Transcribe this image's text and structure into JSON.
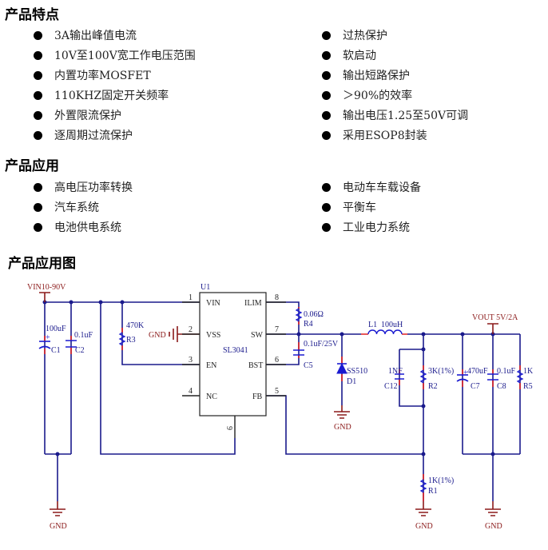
{
  "features": {
    "title": "产品特点",
    "left": [
      "3A输出峰值电流",
      "10V至100V宽工作电压范围",
      "内置功率MOSFET",
      "110KHZ固定开关频率",
      "外置限流保护",
      "逐周期过流保护"
    ],
    "right": [
      "过热保护",
      "软启动",
      "输出短路保护",
      "＞90%的效率",
      "输出电压1.25至50V可调",
      "采用ESOP8封装"
    ]
  },
  "applications": {
    "title": "产品应用",
    "left": [
      "高电压功率转换",
      "汽车系统",
      "电池供电系统"
    ],
    "right": [
      "电动车车载设备",
      "平衡车",
      "工业电力系统"
    ]
  },
  "diagram": {
    "title": "产品应用图",
    "colors": {
      "wire": "#1a1a8c",
      "power": "#8b1a1a",
      "lead": "#e02020",
      "comp": "#1a1ad0",
      "ic": "#222222"
    },
    "vin_label": "VIN10-90V",
    "vout_label": "VOUT 5V/2A",
    "gnd_label": "GND",
    "ic": {
      "ref": "U1",
      "part": "SL3041",
      "pins_left": [
        {
          "num": "1",
          "name": "VIN"
        },
        {
          "num": "2",
          "name": "VSS"
        },
        {
          "num": "3",
          "name": "EN"
        },
        {
          "num": "4",
          "name": "NC"
        }
      ],
      "pins_right": [
        {
          "num": "8",
          "name": "ILIM"
        },
        {
          "num": "7",
          "name": "SW"
        },
        {
          "num": "6",
          "name": "BST"
        },
        {
          "num": "5",
          "name": "FB"
        }
      ],
      "pin_bottom": "9"
    },
    "components": {
      "C1": {
        "ref": "C1",
        "value": "100uF"
      },
      "C2": {
        "ref": "C2",
        "value": "0.1uF"
      },
      "R3": {
        "ref": "R3",
        "value": "470K"
      },
      "R4": {
        "ref": "R4",
        "value": "0.06Ω"
      },
      "C5": {
        "ref": "C5",
        "value": "0.1uF/25V"
      },
      "D1": {
        "ref": "D1",
        "value": "SS510"
      },
      "L1": {
        "ref": "L1",
        "value": "100uH"
      },
      "C12": {
        "ref": "C12",
        "value": "1NF"
      },
      "R2": {
        "ref": "R2",
        "value": "3K(1%)"
      },
      "C7": {
        "ref": "C7",
        "value": "470uF"
      },
      "C8": {
        "ref": "C8",
        "value": "0.1uF"
      },
      "R5": {
        "ref": "R5",
        "value": "1K"
      },
      "R1": {
        "ref": "R1",
        "value": "1K(1%)"
      }
    }
  }
}
